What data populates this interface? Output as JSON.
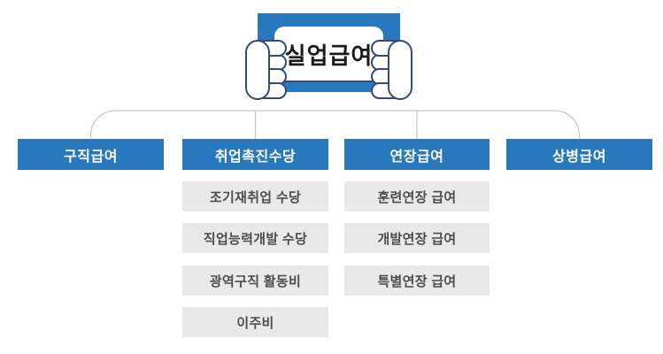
{
  "banner": {
    "title": "실업급여"
  },
  "columns": [
    {
      "header": "구직급여",
      "items": []
    },
    {
      "header": "취업촉진수당",
      "items": [
        "조기재취업 수당",
        "직업능력개발 수당",
        "광역구직 활동비",
        "이주비"
      ]
    },
    {
      "header": "연장급여",
      "items": [
        "훈련연장 급여",
        "개발연장 급여",
        "특별연장 급여"
      ]
    },
    {
      "header": "상병급여",
      "items": []
    }
  ],
  "icons": {
    "banner": "hands-holding-sign-icon"
  },
  "colors": {
    "primary_blue": "#2878be",
    "hand_outline_navy": "#364a77",
    "item_background": "#e9e9e9",
    "item_text": "#4d4d4d",
    "header_text": "#ffffff",
    "banner_title_text": "#1b1b1b",
    "connector_line": "#c9c9c9",
    "page_background": "#ffffff"
  }
}
